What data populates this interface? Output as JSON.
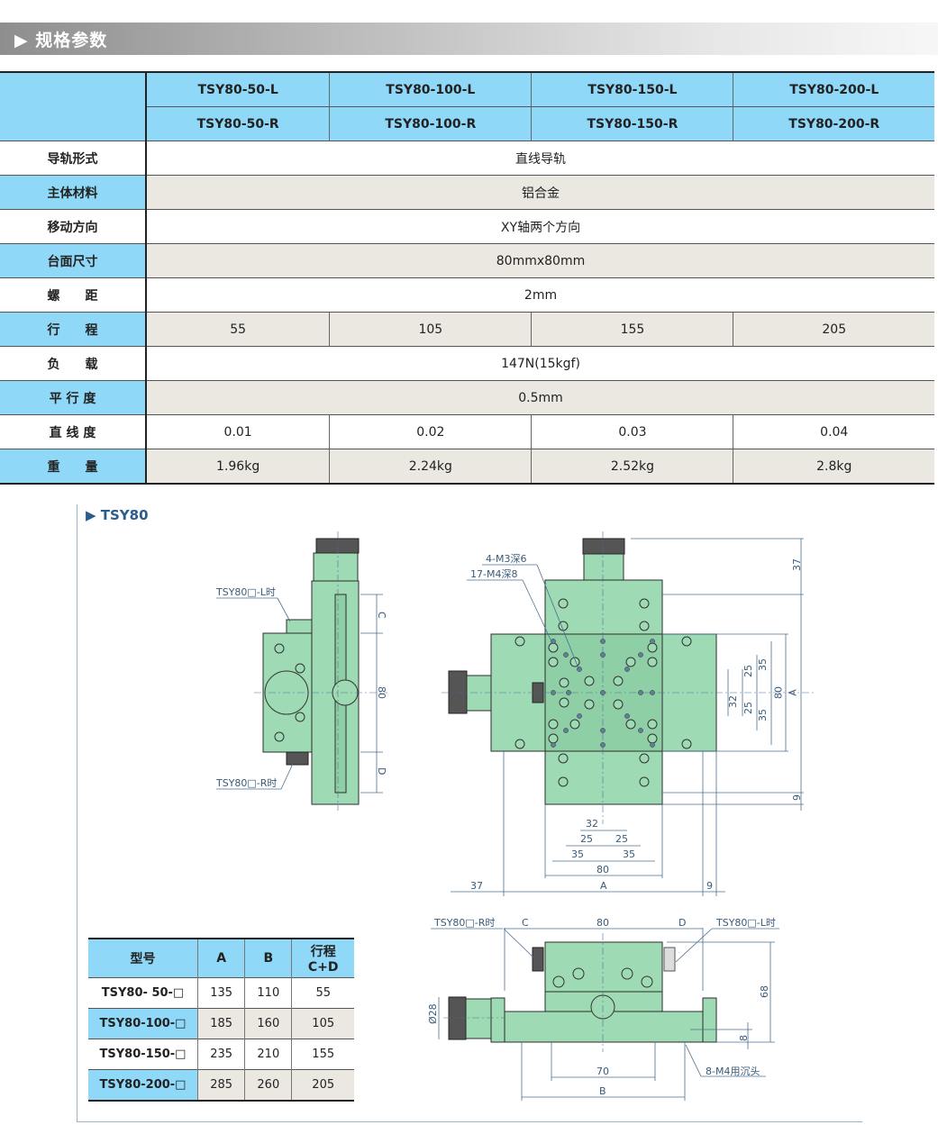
{
  "banner": {
    "title": "▶ 规格参数"
  },
  "spec_table": {
    "models_l": [
      "TSY80-50-L",
      "TSY80-100-L",
      "TSY80-150-L",
      "TSY80-200-L"
    ],
    "models_r": [
      "TSY80-50-R",
      "TSY80-100-R",
      "TSY80-150-R",
      "TSY80-200-R"
    ],
    "rows": [
      {
        "label": "导轨形式",
        "value": "直线导轨"
      },
      {
        "label": "主体材料",
        "value": "铝合金"
      },
      {
        "label": "移动方向",
        "value": "XY轴两个方向"
      },
      {
        "label": "台面尺寸",
        "value": "80mmx80mm"
      },
      {
        "label": "螺　　距",
        "value": "2mm"
      },
      {
        "label": "行　　程",
        "values": [
          "55",
          "105",
          "155",
          "205"
        ]
      },
      {
        "label": "负　　载",
        "value": "147N(15kgf)"
      },
      {
        "label": "平 行 度",
        "value": "0.5mm"
      },
      {
        "label": "直 线 度",
        "values": [
          "0.01",
          "0.02",
          "0.03",
          "0.04"
        ]
      },
      {
        "label": "重　　量",
        "values": [
          "1.96kg",
          "2.24kg",
          "2.52kg",
          "2.8kg"
        ]
      }
    ]
  },
  "drawing": {
    "title": "▶ TSY80",
    "side": {
      "left_label": "TSY80□-L时",
      "right_label": "TSY80□-R时",
      "c": "C",
      "w": "80",
      "d": "D"
    },
    "top": {
      "m3": "4-M3深6",
      "m4": "17-M4深8",
      "d37": "37",
      "d9": "9",
      "d32": "32",
      "d25": "25",
      "d35": "35",
      "d80": "80",
      "dA": "A"
    },
    "front": {
      "r_label": "TSY80□-R时",
      "l_label": "TSY80□-L时",
      "c": "C",
      "w": "80",
      "d": "D",
      "dia": "Ø28",
      "h68": "68",
      "h8": "8",
      "d70": "70",
      "dB": "B",
      "screw": "8-M4用沉头"
    }
  },
  "dims_table": {
    "headers": {
      "model": "型号",
      "a": "A",
      "b": "B",
      "stroke1": "行程",
      "stroke2": "C+D"
    },
    "rows": [
      {
        "model": "TSY80-  50-□",
        "a": "135",
        "b": "110",
        "s": "55"
      },
      {
        "model": "TSY80-100-□",
        "a": "185",
        "b": "160",
        "s": "105"
      },
      {
        "model": "TSY80-150-□",
        "a": "235",
        "b": "210",
        "s": "155"
      },
      {
        "model": "TSY80-200-□",
        "a": "285",
        "b": "260",
        "s": "205"
      }
    ]
  }
}
